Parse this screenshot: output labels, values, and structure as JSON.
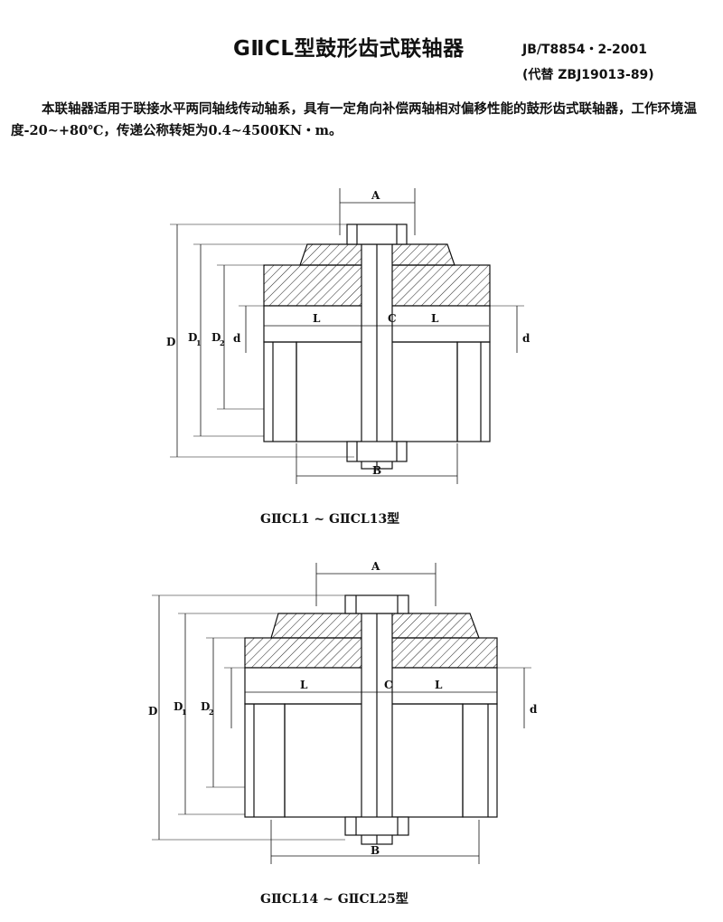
{
  "header": {
    "title": "GⅡCL型鼓形齿式联轴器",
    "standard": "JB/T8854・2-2001",
    "replaces": "(代替 ZBJ19013-89)"
  },
  "description": "本联轴器适用于联接水平两同轴线传动轴系，具有一定角向补偿两轴相对偏移性能的鼓形齿式联轴器，工作环境温度-20~+80℃，传递公称转矩为0.4~4500KN・m。",
  "figures": [
    {
      "caption": "GⅡCL1 ~ GⅡCL13型",
      "labels": {
        "A": "A",
        "B": "B",
        "C": "C",
        "L": "L",
        "D": "D",
        "D1": "D",
        "D1_sub": "1",
        "D2": "D",
        "D2_sub": "2",
        "d": "d"
      }
    },
    {
      "caption": "GⅡCL14 ~ GⅡCL25型",
      "labels": {
        "A": "A",
        "B": "B",
        "C": "C",
        "L": "L",
        "D": "D",
        "D1": "D",
        "D1_sub": "1",
        "D2": "D",
        "D2_sub": "2",
        "d": "d"
      }
    }
  ]
}
